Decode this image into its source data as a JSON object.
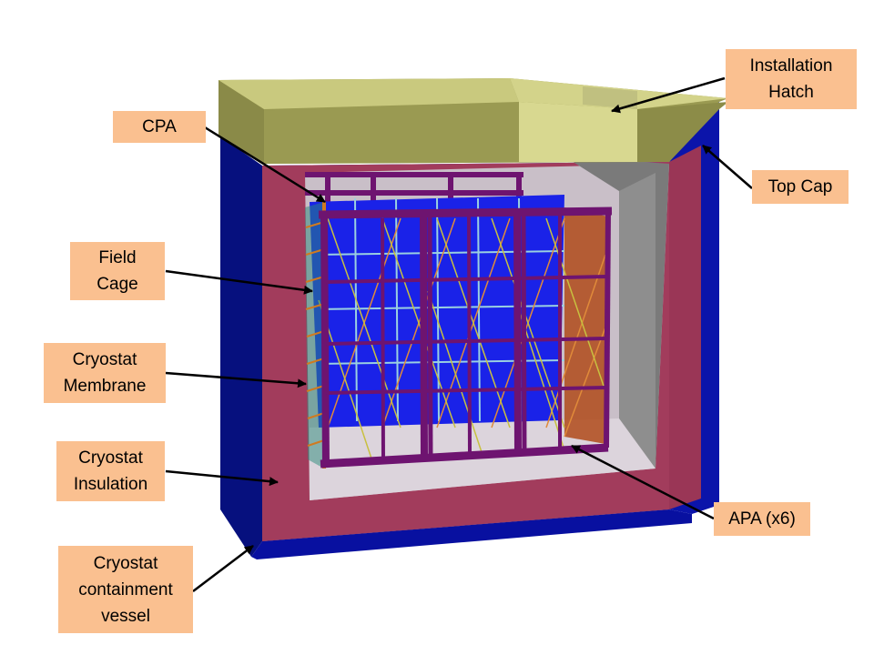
{
  "labels": {
    "cpa": "CPA",
    "field_cage": "Field\nCage",
    "cryostat_membrane": "Cryostat\nMembrane",
    "cryostat_insulation": "Cryostat\nInsulation",
    "cryostat_containment": "Cryostat\ncontainment\nvessel",
    "installation_hatch": "Installation\nHatch",
    "top_cap": "Top Cap",
    "apa": "APA (x6)"
  },
  "colors": {
    "label_fill": "#fac090",
    "containment_vessel": "#0a12a0",
    "insulation": "#a23c5c",
    "membrane": "#c9bfc8",
    "top_cap": "#9a9a52",
    "hatch": "#d8d890",
    "cpa_panels": "#1a22e8",
    "apa_frame": "#6e1470",
    "field_cage": "#c76a1a"
  }
}
